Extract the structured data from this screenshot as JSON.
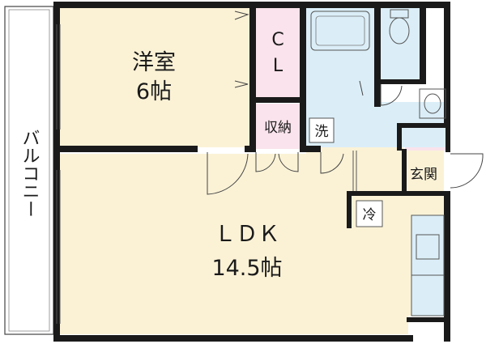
{
  "rooms": {
    "western": {
      "name": "洋室",
      "size": "6帖"
    },
    "closet": {
      "line1": "C",
      "line2": "L"
    },
    "storage": {
      "label": "収納"
    },
    "laundry": {
      "label": "洗"
    },
    "entrance": {
      "label": "玄関"
    },
    "fridge": {
      "label": "冷"
    },
    "ldk": {
      "name": "ＬＤＫ",
      "size": "14.5帖"
    },
    "balcony": {
      "label": "バルコニー"
    }
  },
  "colors": {
    "room_fill": "#fbf2d6",
    "closet_fill": "#fae3ec",
    "wet_fill": "#dbeef8",
    "wall": "#1a1a1a"
  }
}
